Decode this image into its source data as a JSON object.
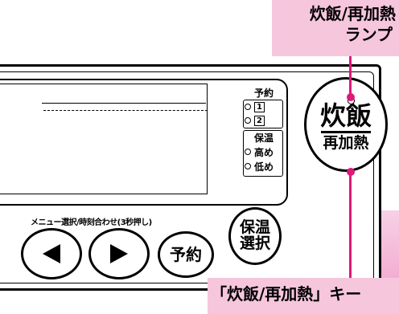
{
  "callouts": {
    "lamp_line1": "炊飯/再加熱",
    "lamp_line2": "ランプ",
    "key_label": "「炊飯/再加熱」キー",
    "lead_color": "#e0177a",
    "callout_bg": "#f6c6dd"
  },
  "indicators": {
    "reserve_label": "予約",
    "reserve_1": "1",
    "reserve_2": "2",
    "keepwarm_label": "保温",
    "keepwarm_high": "高め",
    "keepwarm_low": "低め"
  },
  "buttons": {
    "menu_select_label": "メニュー選択/時刻合わせ(3秒押し)",
    "left_icon": "left-triangle-icon",
    "right_icon": "right-triangle-icon",
    "reserve": "予約",
    "keepwarm_line1": "保温",
    "keepwarm_line2": "選択",
    "cook_main": "炊飯",
    "cook_sub": "再加熱"
  }
}
